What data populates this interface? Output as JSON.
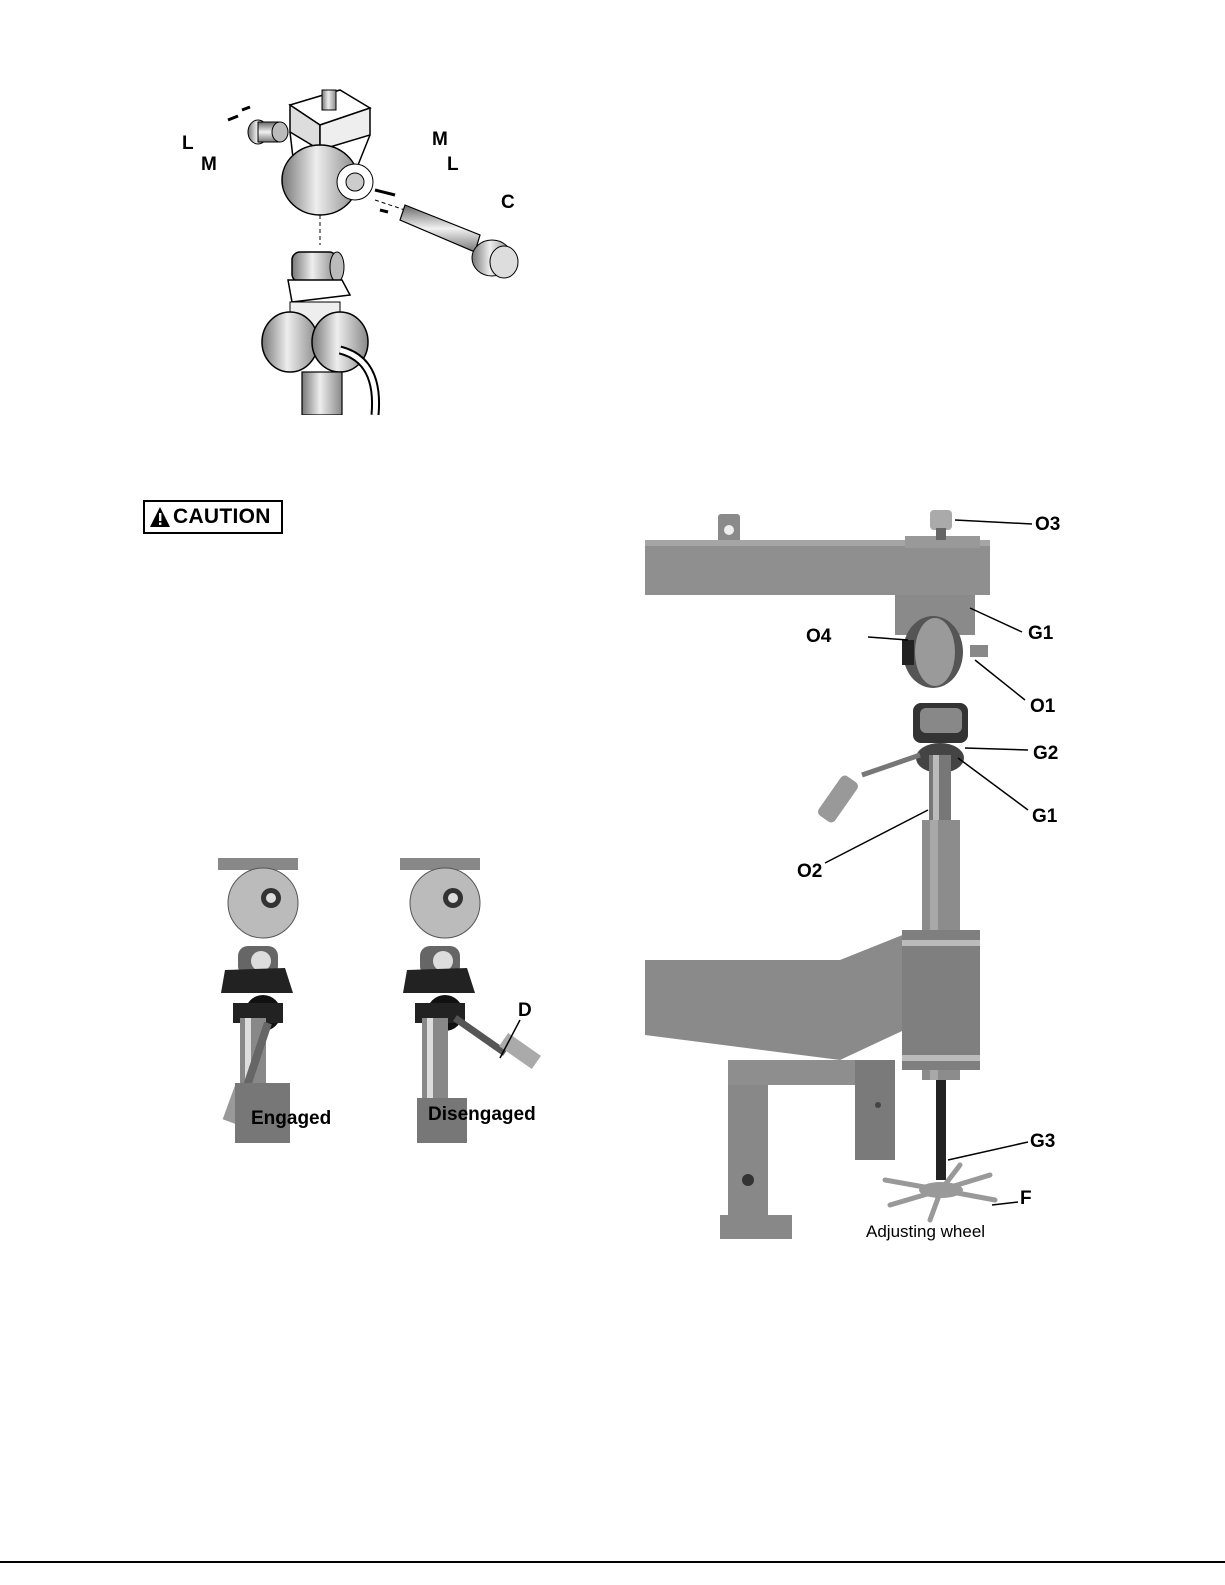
{
  "top_figure": {
    "labels": {
      "l_left": "L",
      "m_left": "M",
      "m_right": "M",
      "l_right": "L",
      "c": "C"
    }
  },
  "caution": {
    "word": "CAUTION",
    "icon": "warning-triangle-icon"
  },
  "lever_photos": {
    "engaged_caption": "Engaged",
    "disengaged_caption": "Disengaged",
    "d_label": "D"
  },
  "machine_photo": {
    "labels": {
      "o3": "O3",
      "g1_top": "G1",
      "o4": "O4",
      "o1": "O1",
      "g2": "G2",
      "g1_lower": "G1",
      "o2": "O2",
      "g3": "G3",
      "f": "F"
    },
    "caption": "Adjusting wheel"
  }
}
